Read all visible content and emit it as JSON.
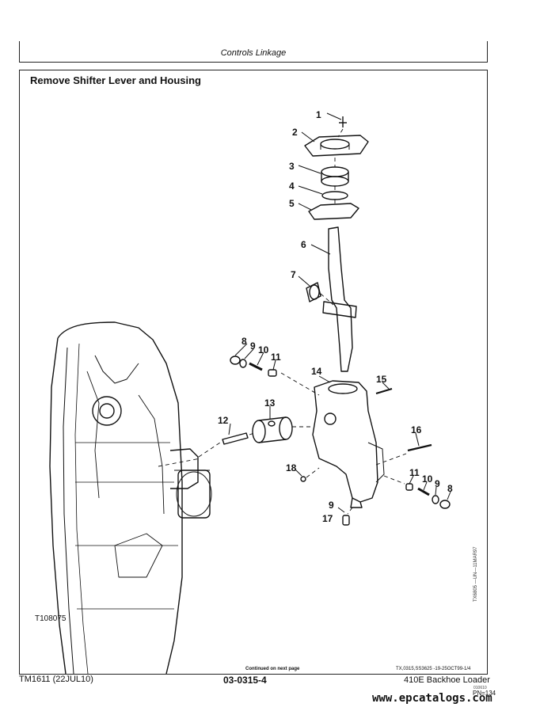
{
  "header": {
    "title": "Controls Linkage"
  },
  "section": {
    "title": "Remove Shifter Lever and Housing"
  },
  "figure": {
    "id": "T108075",
    "side_code": "TX6805 —UN—11MAR97",
    "callouts": [
      "1",
      "2",
      "3",
      "4",
      "5",
      "6",
      "7",
      "8",
      "9",
      "10",
      "11",
      "13",
      "12",
      "14",
      "15",
      "16",
      "18",
      "11",
      "10",
      "9",
      "8",
      "9",
      "17"
    ]
  },
  "notes": {
    "continued": "Continued on next page",
    "reference": "TX,0315,SS3625 -19-25OCT99-1/4"
  },
  "footer": {
    "manual": "TM1611 (22JUL10)",
    "page": "03-0315-4",
    "model": "410E Backhoe Loader",
    "tiny": "010610",
    "pn": "PN=134"
  },
  "watermark": "www.epcatalogs.com"
}
